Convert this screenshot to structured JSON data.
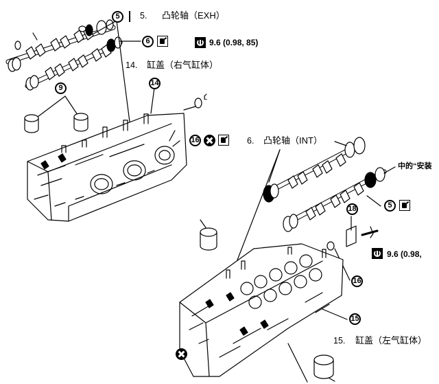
{
  "labels": {
    "item5_top": "5.",
    "camshaft_exh": "凸轮轴（EXH）",
    "torque_top": "9.6 (0.98, 85)",
    "item14": "14.",
    "cover_right": "缸盖（右气缸体）",
    "item6": "6.",
    "camshaft_int": "凸轮轴（INT）",
    "install_note": "中的“安装",
    "torque_right": "9.6 (0.98,",
    "item15": "15.",
    "cover_left": "缸盖（左气缸体）",
    "mark_L": "L"
  },
  "callouts": {
    "c5a": "5",
    "c6": "6",
    "c9": "9",
    "c14": "14",
    "c16a": "16",
    "c18": "18",
    "c5b": "5",
    "c16b": "16",
    "c15": "15"
  },
  "icons": {
    "x_symbol": "do-not-reuse-icon",
    "oil_symbol": "apply-oil-icon",
    "torque_symbol": "torque-wrench-icon"
  }
}
